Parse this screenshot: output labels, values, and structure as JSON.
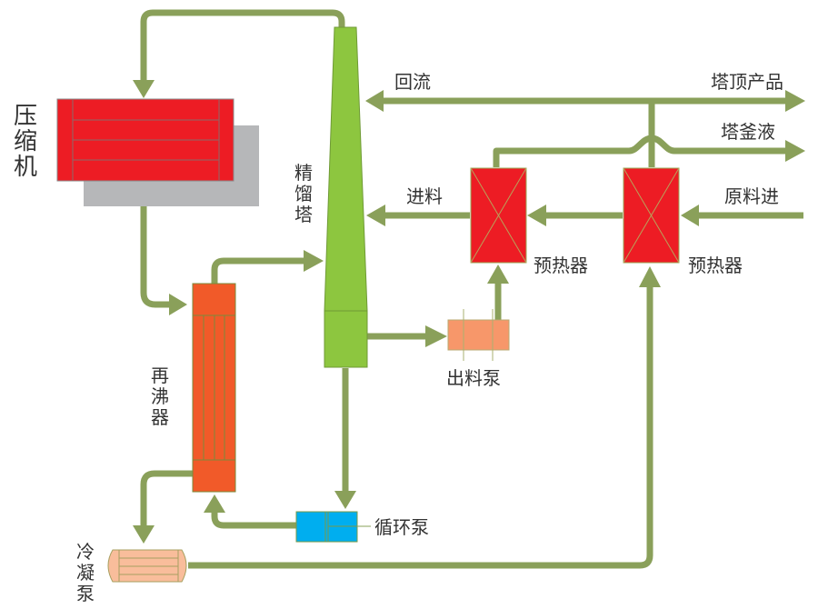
{
  "title": "精馏塔热泵工艺流程图",
  "colors": {
    "pipe": "#8aa05a",
    "compressor": "#ed1c24",
    "compressor_shadow": "#b6b7b9",
    "column": "#8dc63f",
    "reboiler": "#f15a29",
    "preheater": "#ed1c24",
    "discharge_pump": "#f7976a",
    "circulation_pump": "#00aeef",
    "condenser": "#f9bd9b",
    "text": "#333333"
  },
  "equipment": {
    "compressor": "压缩机",
    "column": "精馏塔",
    "reboiler": "再沸器",
    "preheater_1": "预热器",
    "preheater_2": "预热器",
    "discharge_pump": "出料泵",
    "circulation_pump": "循环泵",
    "condensate_pump": "冷凝泵"
  },
  "streams": {
    "reflux": "回流",
    "top_product": "塔顶产品",
    "bottoms": "塔釜液",
    "feed": "进料",
    "raw_feed": "原料进"
  }
}
